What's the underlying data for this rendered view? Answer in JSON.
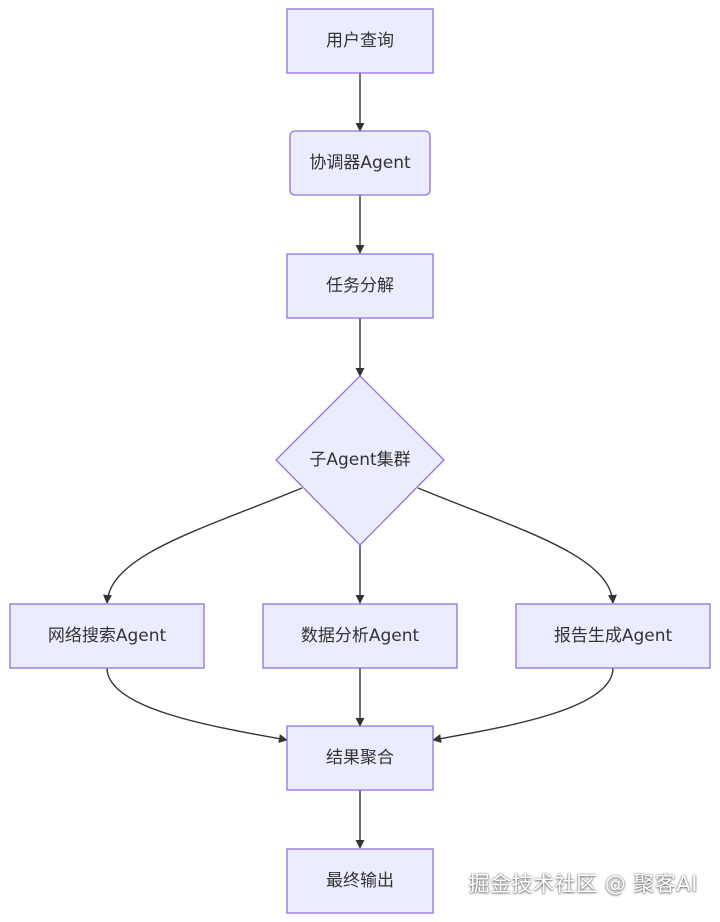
{
  "nodes": {
    "user_query": "用户查询",
    "coordinator": "协调器Agent",
    "task_decompose": "任务分解",
    "sub_agent_cluster": "子Agent集群",
    "web_search": "网络搜索Agent",
    "data_analysis": "数据分析Agent",
    "report_gen": "报告生成Agent",
    "aggregate": "结果聚合",
    "final_output": "最终输出"
  },
  "edges": [
    [
      "user_query",
      "coordinator"
    ],
    [
      "coordinator",
      "task_decompose"
    ],
    [
      "task_decompose",
      "sub_agent_cluster"
    ],
    [
      "sub_agent_cluster",
      "web_search"
    ],
    [
      "sub_agent_cluster",
      "data_analysis"
    ],
    [
      "sub_agent_cluster",
      "report_gen"
    ],
    [
      "web_search",
      "aggregate"
    ],
    [
      "data_analysis",
      "aggregate"
    ],
    [
      "report_gen",
      "aggregate"
    ],
    [
      "aggregate",
      "final_output"
    ]
  ],
  "colors": {
    "node_fill": "#ECECFF",
    "node_stroke": "#9370DB",
    "edge": "#333333"
  },
  "watermark": "掘金技术社区 @ 聚客AI"
}
